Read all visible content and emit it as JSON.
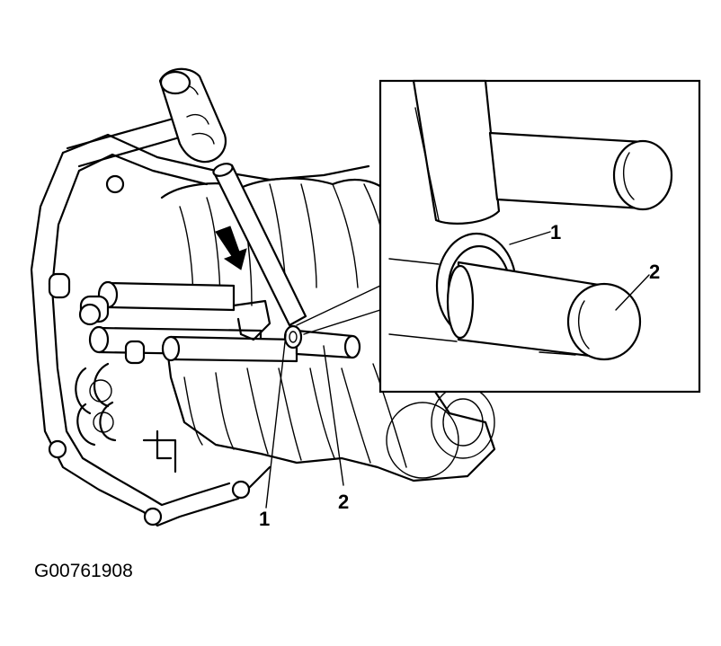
{
  "figure": {
    "id": "G00761908"
  },
  "callouts": {
    "main_1": "1",
    "main_2": "2",
    "inset_1": "1",
    "inset_2": "2"
  },
  "colors": {
    "line": "#000000",
    "background": "#ffffff"
  }
}
